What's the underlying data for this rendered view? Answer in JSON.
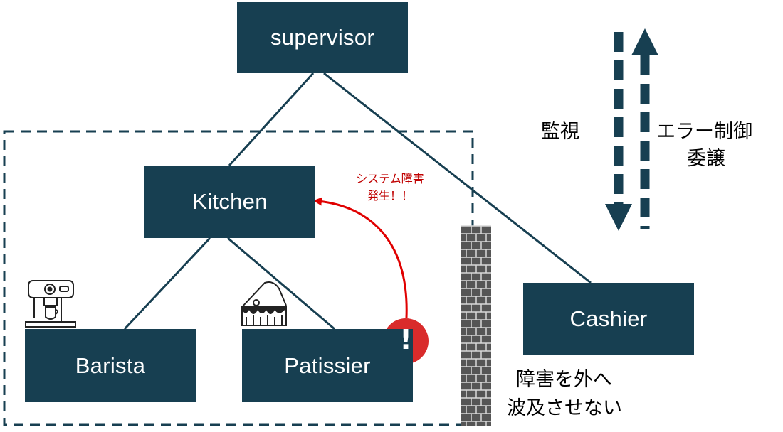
{
  "nodes": {
    "supervisor": "supervisor",
    "kitchen": "Kitchen",
    "barista": "Barista",
    "patissier": "Patissier",
    "cashier": "Cashier"
  },
  "annotations": {
    "monitor": "監視",
    "error_control_line1": "エラー制御",
    "error_control_line2": "委譲",
    "failure_line1": "システム障害",
    "failure_line2": "発生！！",
    "isolation_line1": "障害を外へ",
    "isolation_line2": "波及させない",
    "alert_badge": "!"
  },
  "colors": {
    "node_fill": "#173f51",
    "line": "#173f51",
    "alert": "#e00000",
    "badge": "#d92b2b",
    "wall": "#555555"
  },
  "icons": [
    "coffee-machine-icon",
    "cake-icon",
    "brick-wall",
    "exclamation-badge-icon"
  ]
}
